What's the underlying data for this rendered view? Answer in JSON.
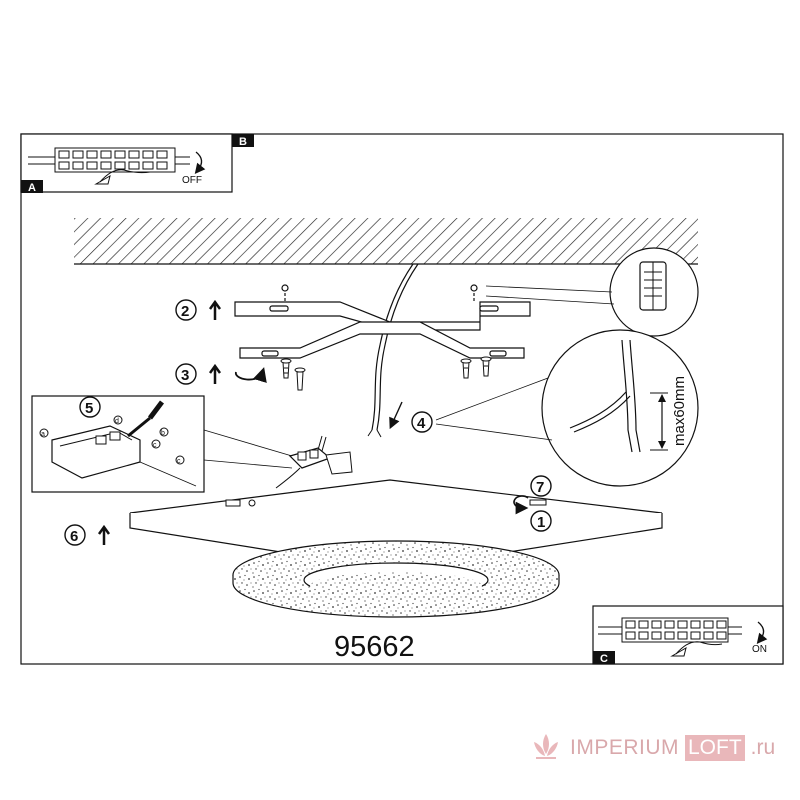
{
  "callouts": {
    "a": "A",
    "b": "B",
    "c": "C",
    "off": "OFF",
    "on": "ON"
  },
  "steps": {
    "s1": "1",
    "s2": "2",
    "s3": "3",
    "s4": "4",
    "s5": "5",
    "s6": "6",
    "s7": "7"
  },
  "terminal_labels": {
    "a": "a",
    "b": "b",
    "c": "c",
    "d": "d"
  },
  "dimension_label": "max60mm",
  "model_number": "95662",
  "watermark": {
    "word": "IMPERIUM",
    "box": "LOFT",
    "tld": ".ru"
  },
  "colors": {
    "line": "#111111",
    "watermark": "#d9a8ab"
  }
}
